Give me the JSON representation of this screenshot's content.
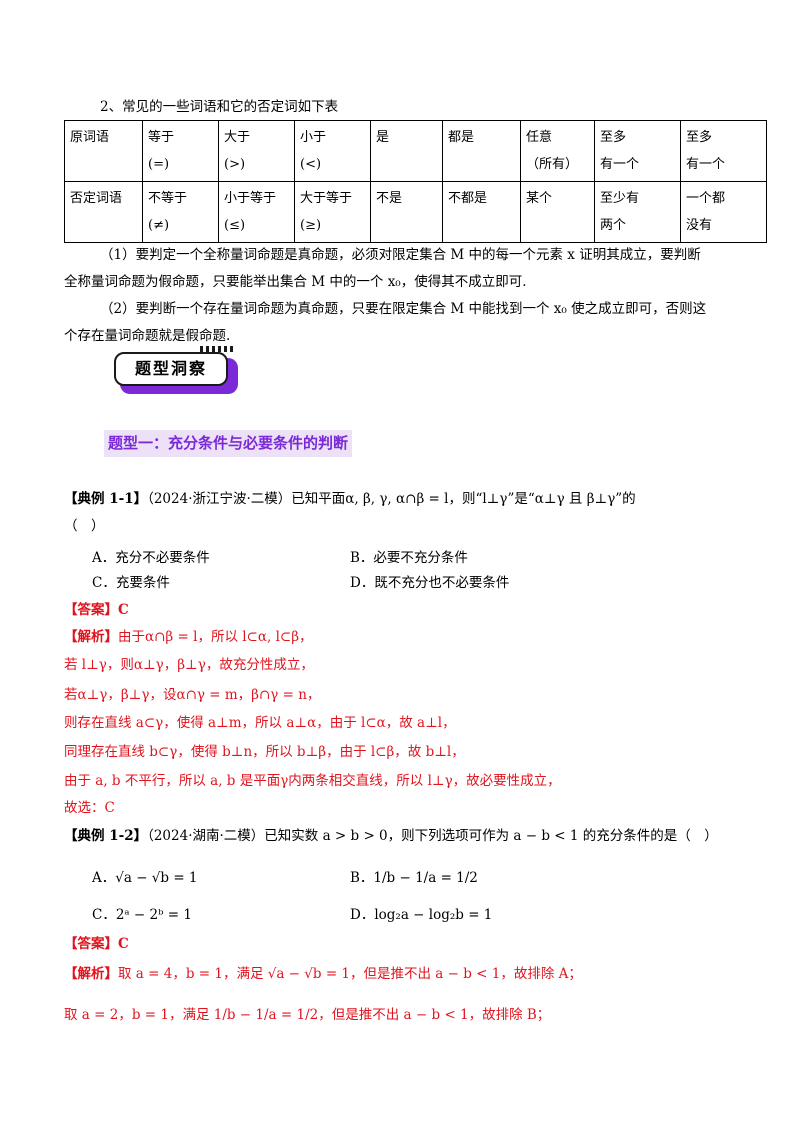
{
  "intro": "2、常见的一些词语和它的否定词如下表",
  "table": {
    "rows": [
      [
        "原词语",
        "等于\n(=)",
        "大于\n(>)",
        "小于\n(<)",
        "是",
        "都是",
        "任意\n（所有）",
        "至多\n有一个",
        "至多\n有一个"
      ],
      [
        "否定词语",
        "不等于\n(≠)",
        "小于等于\n(≤)",
        "大于等于\n(≥)",
        "不是",
        "不都是",
        "某个",
        "至少有\n两个",
        "一个都\n没有"
      ]
    ]
  },
  "para1_line1": "（1）要判定一个全称量词命题是真命题，必须对限定集合 M 中的每一个元素 x 证明其成立，要判断",
  "para1_line2": "全称量词命题为假命题，只要能举出集合 M 中的一个 x₀，使得其不成立即可.",
  "para2_line1": "（2）要判断一个存在量词命题为真命题，只要在限定集合 M 中能找到一个 x₀ 使之成立即可，否则这",
  "para2_line2": "个存在量词命题就是假命题.",
  "badge": "题型洞察",
  "section_title": "题型一：充分条件与必要条件的判断",
  "ex1": {
    "tag": "【典例 1-1】",
    "line1": "（2024·浙江宁波·二模）已知平面α, β, γ, α∩β = l，则“l⊥γ”是“α⊥γ 且 β⊥γ”的",
    "line2": "（　）",
    "opt_a": "A．充分不必要条件",
    "opt b": "",
    "opt_b": "B．必要不充分条件",
    "opt_c": "C．充要条件",
    "opt_d": "D．既不充分也不必要条件",
    "answer_tag": "【答案】",
    "answer": "C",
    "analysis_tag": "【解析】",
    "lines": [
      "由于α∩β = l，所以 l⊂α, l⊂β，",
      "若 l⊥γ，则α⊥γ，β⊥γ，故充分性成立，",
      "若α⊥γ，β⊥γ，设α∩γ = m，β∩γ = n，",
      "则存在直线 a⊂γ，使得 a⊥m，所以 a⊥α，由于 l⊂α，故 a⊥l，",
      "同理存在直线 b⊂γ，使得 b⊥n，所以 b⊥β，由于 l⊂β，故 b⊥l，",
      "由于 a, b 不平行，所以 a, b 是平面γ内两条相交直线，所以 l⊥γ，故必要性成立，",
      "故选：C"
    ]
  },
  "ex2": {
    "tag": "【典例 1-2】",
    "line1": "（2024·湖南·二模）已知实数 a > b > 0，则下列选项可作为 a − b < 1 的充分条件的是（　）",
    "opt_a": "A．√a − √b = 1",
    "opt_b": "B．1/b − 1/a = 1/2",
    "opt_c": "C．2ᵃ − 2ᵇ = 1",
    "opt_d": "D．log₂a − log₂b = 1",
    "answer_tag": "【答案】",
    "answer": "C",
    "analysis_tag": "【解析】",
    "line_a": "取 a = 4，b = 1，满足 √a − √b = 1，但是推不出 a − b < 1，故排除 A；",
    "line_b": "取 a = 2，b = 1，满足 1/b − 1/a = 1/2，但是推不出 a − b < 1，故排除 B；"
  }
}
